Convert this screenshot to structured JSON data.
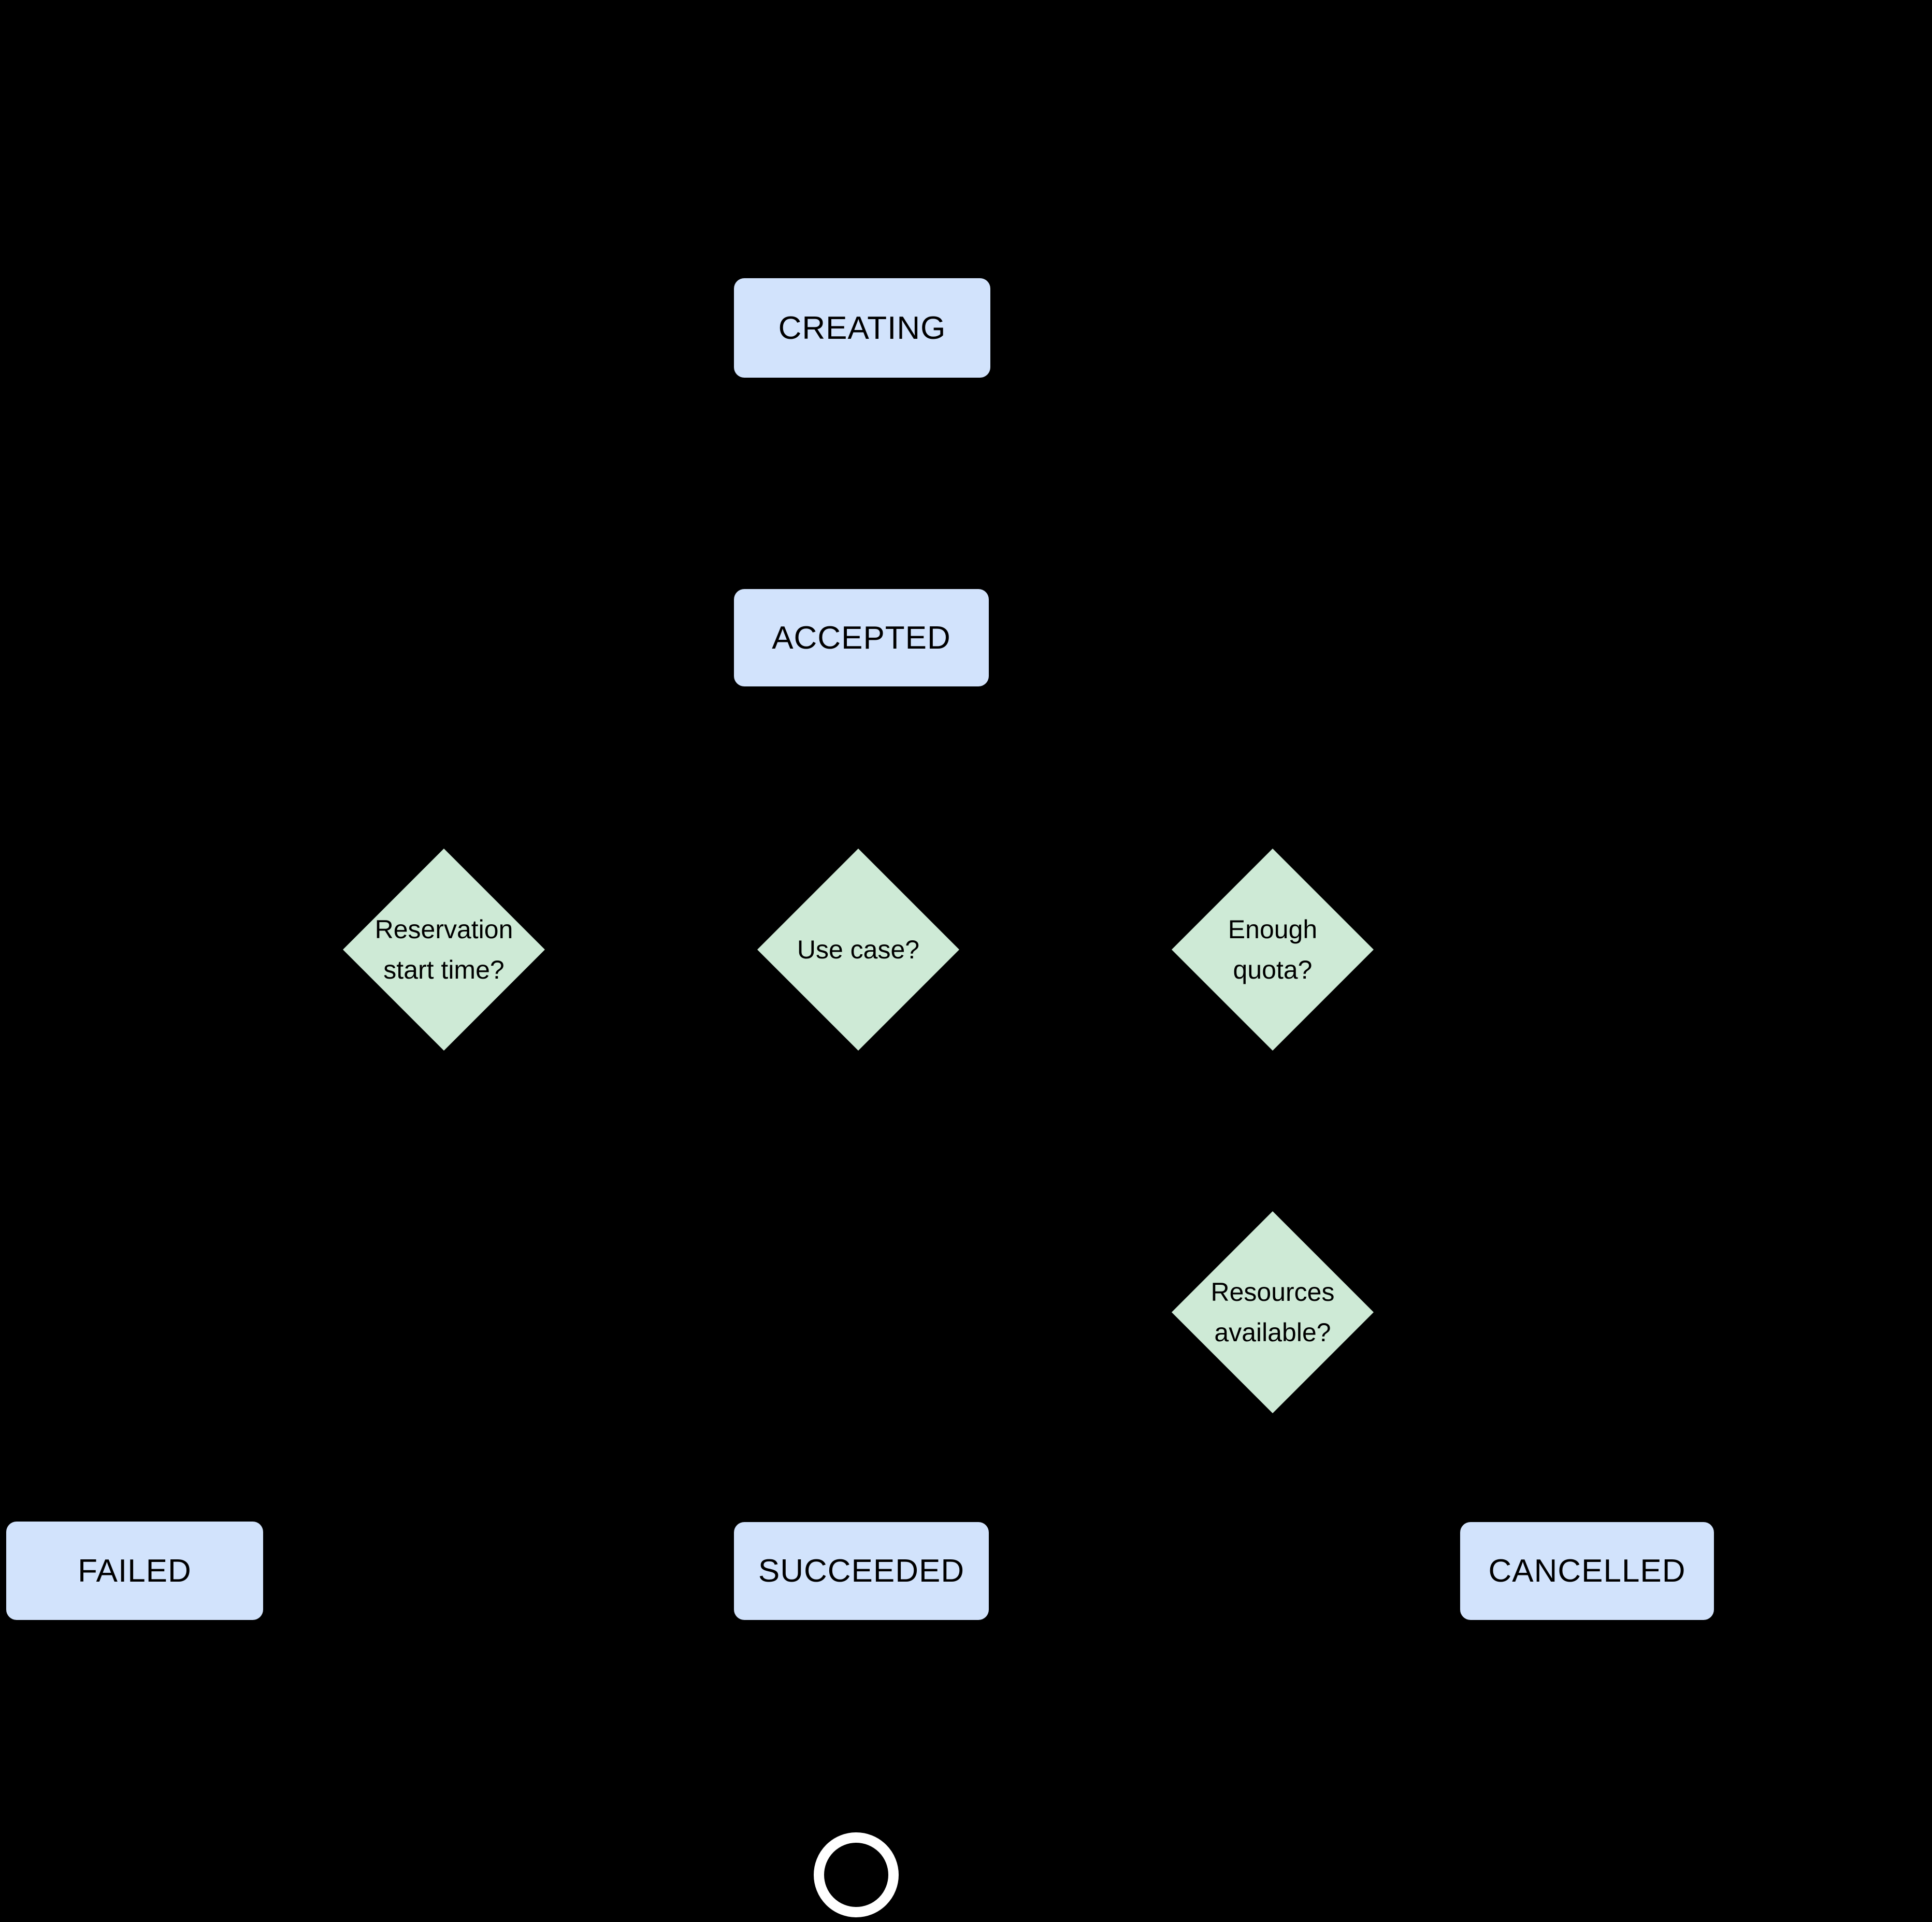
{
  "diagram": {
    "title": "",
    "background_color": "#000000",
    "state_fill_color": "#d2e3fc",
    "decision_fill_color": "#ceead6",
    "text_color": "#000000",
    "end_marker_color": "#ffffff",
    "states": {
      "creating": "CREATING",
      "accepted": "ACCEPTED",
      "failed": "FAILED",
      "succeeded": "SUCCEEDED",
      "cancelled": "CANCELLED"
    },
    "decisions": {
      "reservation_start_time": {
        "line1": "Reservation",
        "line2": "start time?"
      },
      "use_case": {
        "line1": "Use case?"
      },
      "enough_quota": {
        "line1": "Enough",
        "line2": "quota?"
      },
      "resources_available": {
        "line1": "Resources",
        "line2": "available?"
      }
    }
  }
}
